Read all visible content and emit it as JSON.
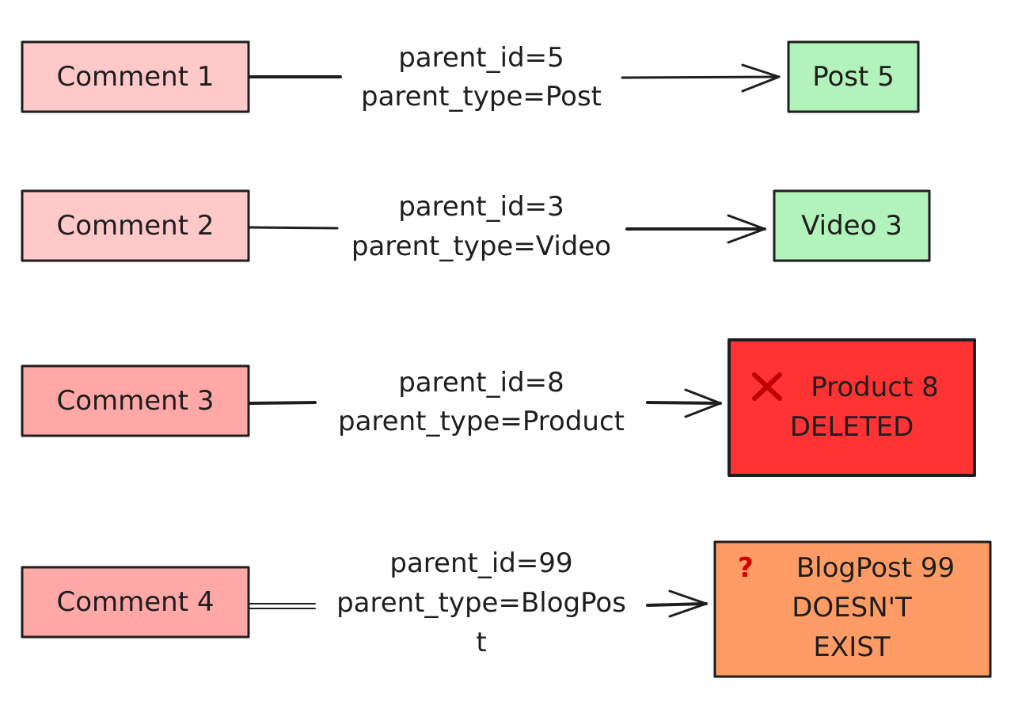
{
  "rows": [
    {
      "source": "Comment 1",
      "label_lines": [
        "parent_id=5",
        "parent_type=Post"
      ],
      "target_lines": [
        "Post 5"
      ],
      "target_icon": "",
      "source_color": "#ffc9c9",
      "target_color": "#b2f2bb"
    },
    {
      "source": "Comment 2",
      "label_lines": [
        "parent_id=3",
        "parent_type=Video"
      ],
      "target_lines": [
        "Video 3"
      ],
      "target_icon": "",
      "source_color": "#ffc9c9",
      "target_color": "#b2f2bb"
    },
    {
      "source": "Comment 3",
      "label_lines": [
        "parent_id=8",
        "parent_type=Product"
      ],
      "target_lines": [
        "Product 8",
        "DELETED"
      ],
      "target_icon": "cross-mark-icon",
      "source_color": "#ffa8a8",
      "target_color": "#ff3333"
    },
    {
      "source": "Comment 4",
      "label_lines": [
        "parent_id=99",
        "parent_type=BlogPos",
        "t"
      ],
      "target_lines": [
        "BlogPost 99",
        "DOESN'T",
        "EXIST"
      ],
      "target_icon": "question-mark-icon",
      "source_color": "#ffa8a8",
      "target_color": "#ff9c66"
    }
  ]
}
